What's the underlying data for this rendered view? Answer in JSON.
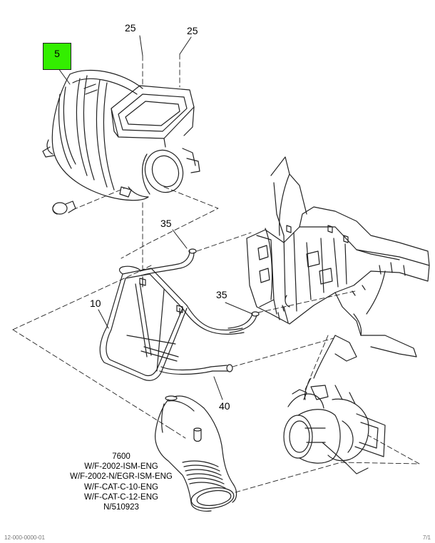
{
  "colors": {
    "highlight": "#33ee00",
    "line": "#222222"
  },
  "callouts": {
    "highlighted": "5",
    "top_left_25": "25",
    "top_right_25": "25",
    "upper_35": "35",
    "lower_35": "35",
    "label_10": "10",
    "label_40": "40"
  },
  "caption": [
    "7600",
    "W/F-2002-ISM-ENG",
    "W/F-2002-N/EGR-ISM-ENG",
    "W/F-CAT-C-10-ENG",
    "W/F-CAT-C-12-ENG",
    "N/510923"
  ],
  "footer": {
    "left": "12-000-0000-01",
    "right": "7/1"
  }
}
